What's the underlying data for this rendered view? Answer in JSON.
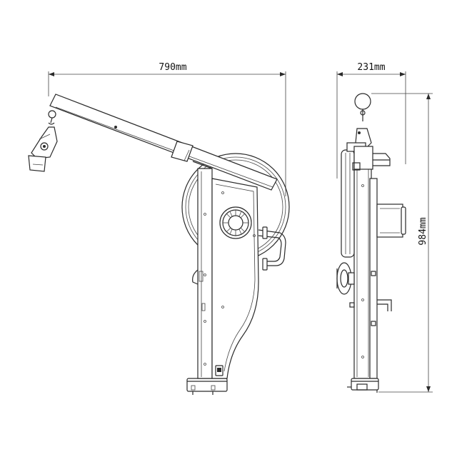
{
  "diagram": {
    "dimensions": {
      "front_width": "790mm",
      "side_width": "231mm",
      "side_height": "984mm"
    },
    "line_color": "#2a2a2a",
    "background": "#ffffff"
  }
}
